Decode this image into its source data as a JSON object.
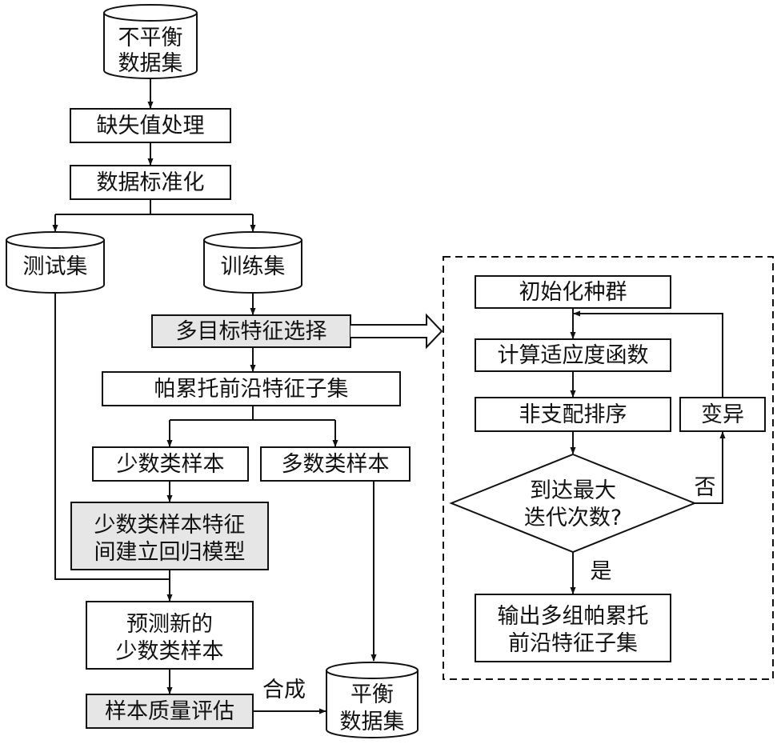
{
  "nodes": {
    "imbalanced_dataset": [
      "不平衡",
      "数据集"
    ],
    "missing_values": "缺失值处理",
    "standardize": "数据标准化",
    "test_set": "测试集",
    "train_set": "训练集",
    "moo_feature_select": "多目标特征选择",
    "pareto_subset": "帕累托前沿特征子集",
    "minority_samples": "少数类样本",
    "majority_samples": "多数类样本",
    "regression_model": [
      "少数类样本特征",
      "间建立回归模型"
    ],
    "predict_minority": [
      "预测新的",
      "少数类样本"
    ],
    "quality_eval": "样本质量评估",
    "balanced_dataset": [
      "平衡",
      "数据集"
    ],
    "init_population": "初始化种群",
    "compute_fitness": "计算适应度函数",
    "nondominated_sort": "非支配排序",
    "mutation": "变异",
    "max_iter_check": [
      "到达最大",
      "迭代次数?"
    ],
    "output_subsets": [
      "输出多组帕累托",
      "前沿特征子集"
    ]
  },
  "edge_labels": {
    "synthesize": "合成",
    "no": "否",
    "yes": "是"
  },
  "colors": {
    "line": "#111111",
    "highlight_fill": "#e6e6e6",
    "box_fill": "#ffffff"
  }
}
